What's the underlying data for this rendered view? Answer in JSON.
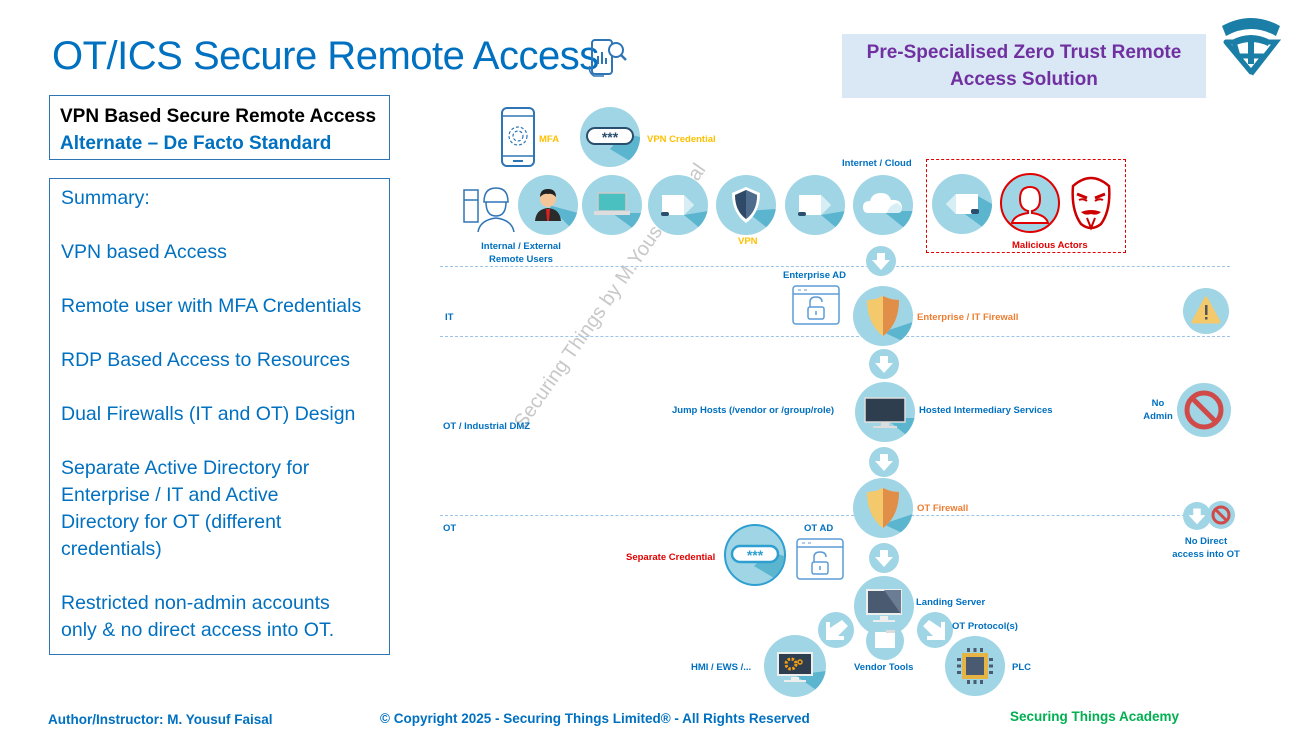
{
  "header": {
    "title": "OT/ICS Secure Remote Access",
    "title_icon": "phone-search-icon",
    "zero_trust_label": "Pre-Specialised Zero Trust Remote Access Solution",
    "logo": "securing-things-shield-logo"
  },
  "approach_box": {
    "line1": "VPN Based Secure Remote Access",
    "line2": "Alternate – De Facto Standard"
  },
  "summary": {
    "heading": "Summary:",
    "points": [
      "VPN based Access",
      "Remote user with MFA Credentials",
      "RDP Based Access to Resources",
      "Dual Firewalls (IT and OT) Design",
      "Separate Active Directory for Enterprise / IT and Active Directory for OT (different credentials)",
      "Restricted non-admin accounts only & no direct access into OT."
    ]
  },
  "diagram": {
    "zones": [
      "IT",
      "OT / Industrial  DMZ",
      "OT"
    ],
    "labels": {
      "mfa": "MFA",
      "vpn_credential": "VPN Credential",
      "remote_users": "Internal / External Remote Users",
      "vpn": "VPN",
      "internet_cloud": "Internet / Cloud",
      "malicious_actors": "Malicious Actors",
      "enterprise_ad": "Enterprise AD",
      "it_firewall": "Enterprise / IT Firewall",
      "jump_hosts": "Jump Hosts (/vendor or /group/role)",
      "hosted_services": "Hosted Intermediary Services",
      "no_admin": "No Admin",
      "ot_firewall": "OT Firewall",
      "no_direct": "No Direct access into OT",
      "separate_credential": "Separate Credential",
      "ot_ad": "OT AD",
      "landing_server": "Landing Server",
      "ot_protocols": "OT Protocol(s)",
      "hmi_ews": "HMI / EWS /...",
      "vendor_tools": "Vendor Tools",
      "plc": "PLC"
    },
    "credential_mask": "***",
    "watermark": "Securing Things  by M.Yousuf Faisal"
  },
  "footer": {
    "author": "Author/Instructor: M. Yousuf Faisal",
    "copyright": "© Copyright 2025 - Securing Things Limited® - All Rights Reserved",
    "academy": "Securing Things Academy"
  },
  "colors": {
    "primary_blue": "#0070c0",
    "purple": "#7030a0",
    "circle_fill": "#9fd5e4",
    "warning_red": "#e00000",
    "firewall_orange": "#ed7d31",
    "label_yellow": "#ffc000",
    "academy_green": "#00b050"
  }
}
